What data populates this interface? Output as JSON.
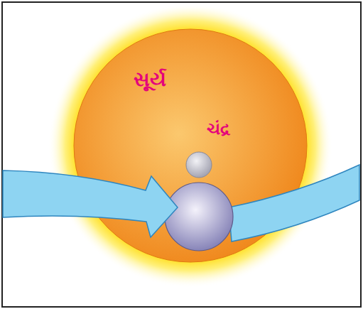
{
  "diagram": {
    "nodes": [
      {
        "text": [
          "સૂર્ય"
        ]
      },
      {
        "text": [
          "ચંદ્ર"
        ],
        "in": 0
      }
    ]
  }
}
